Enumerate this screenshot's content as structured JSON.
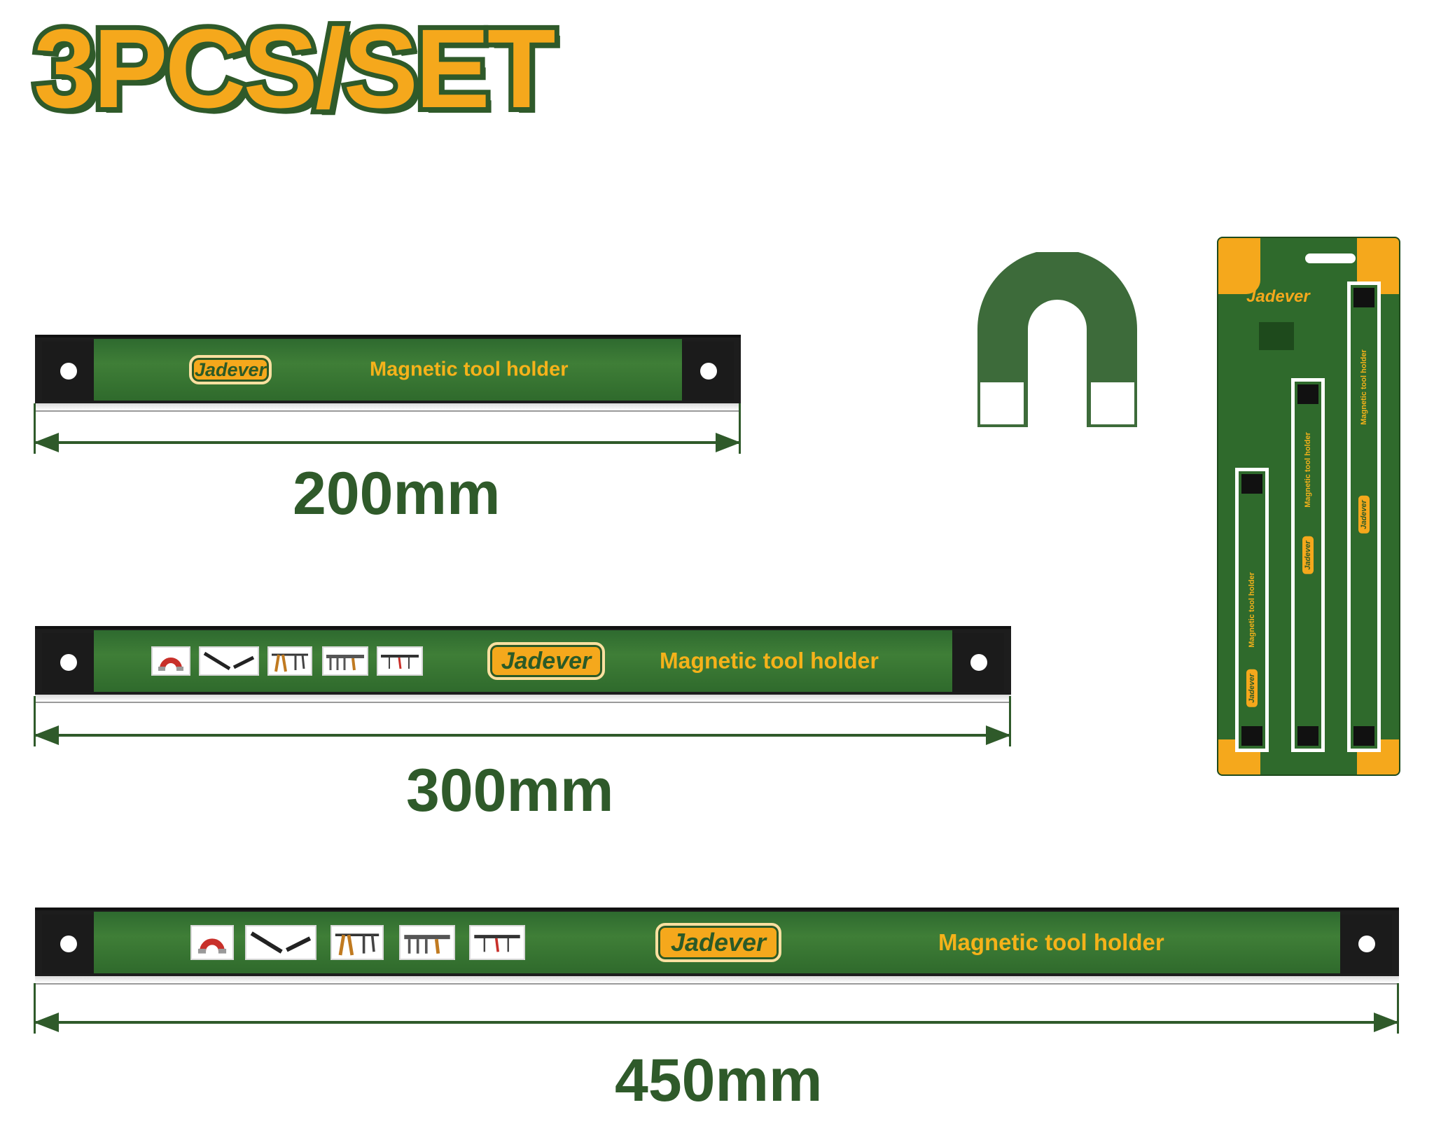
{
  "headline": "3PCS/SET",
  "brand": "Jadever",
  "product_label": "Magnetic tool holder",
  "sizes": [
    {
      "label": "200mm"
    },
    {
      "label": "300mm"
    },
    {
      "label": "450mm"
    }
  ],
  "icons": [
    "magnet-icon",
    "wrench-icon",
    "pliers-icon",
    "tool-rack-icon",
    "hanging-tools-icon"
  ],
  "colors": {
    "green": "#2f6a2c",
    "dark_green": "#2f5a2a",
    "orange": "#f5a81c"
  }
}
